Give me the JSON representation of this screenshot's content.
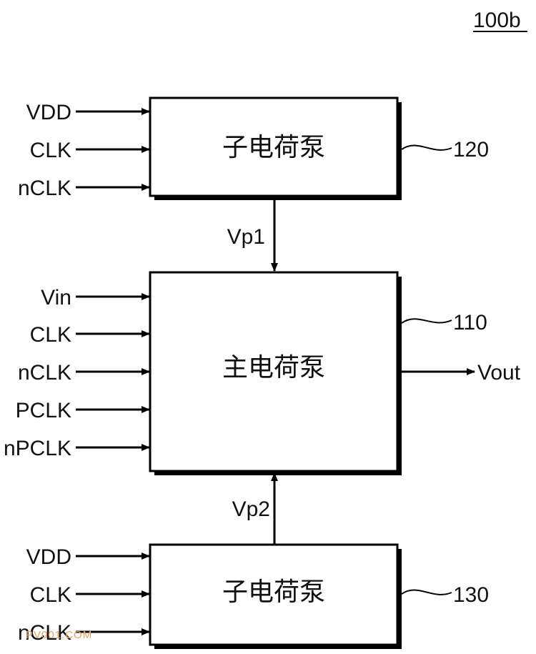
{
  "figure_label": "100b",
  "blocks": {
    "sub_pump_top": {
      "title": "子电荷泵",
      "ref": "120",
      "inputs": [
        "VDD",
        "CLK",
        "nCLK"
      ]
    },
    "main_pump": {
      "title": "主电荷泵",
      "ref": "110",
      "inputs": [
        "Vin",
        "CLK",
        "nCLK",
        "PCLK",
        "nPCLK"
      ],
      "output": "Vout"
    },
    "sub_pump_bottom": {
      "title": "子电荷泵",
      "ref": "130",
      "inputs": [
        "VDD",
        "CLK",
        "nCLK"
      ]
    }
  },
  "connections": {
    "vp1": "Vp1",
    "vp2": "Vp2"
  },
  "watermark": "PV001.COM",
  "colors": {
    "line": "#000000",
    "shadow": "#000000",
    "watermark": "#e8a060"
  }
}
